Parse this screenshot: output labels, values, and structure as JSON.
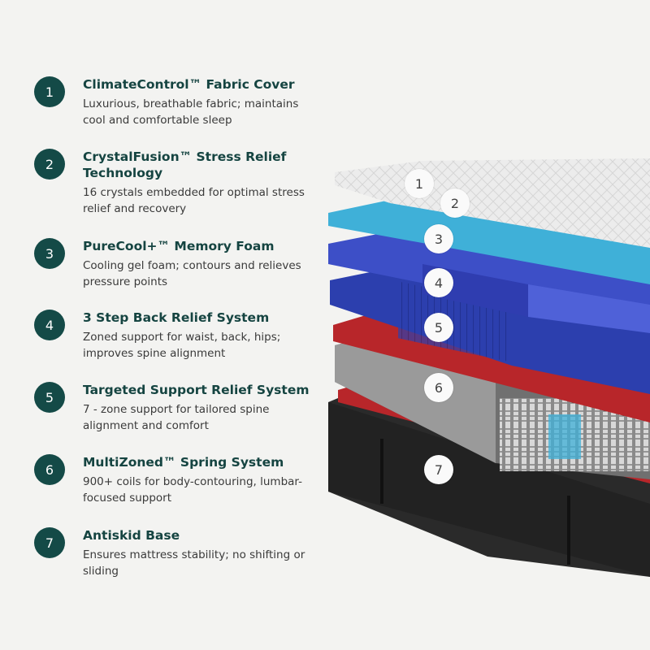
{
  "features": [
    {
      "number": "1",
      "title": "ClimateControl™ Fabric Cover",
      "desc": "Luxurious, breathable fabric; maintains cool and comfortable sleep"
    },
    {
      "number": "2",
      "title": "CrystalFusion™ Stress Relief Technology",
      "desc": "16 crystals embedded for optimal stress relief and recovery"
    },
    {
      "number": "3",
      "title": "PureCool+™ Memory Foam",
      "desc": "Cooling gel foam; contours and relieves pressure points"
    },
    {
      "number": "4",
      "title": "3 Step Back Relief System",
      "desc": "Zoned support for waist, back, hips; improves spine alignment"
    },
    {
      "number": "5",
      "title": "Targeted Support Relief System",
      "desc": "7 - zone support for tailored spine alignment and comfort"
    },
    {
      "number": "6",
      "title": "MultiZoned™ Spring System",
      "desc": "900+ coils for body-contouring, lumbar-focused support"
    },
    {
      "number": "7",
      "title": "Antiskid Base",
      "desc": "Ensures mattress stability; no shifting or sliding"
    }
  ],
  "layer_markers": [
    "1",
    "2",
    "3",
    "4",
    "5",
    "6",
    "7"
  ],
  "colors": {
    "badge": "#144a47",
    "cover": "#ececec",
    "gel_foam": "#3fb0d8",
    "memory_foam": "#3d4fc7",
    "support_foam": "#2c3fae",
    "transition": "#b8262a",
    "springs": "#6d6d6d",
    "base": "#2a2a2a"
  }
}
